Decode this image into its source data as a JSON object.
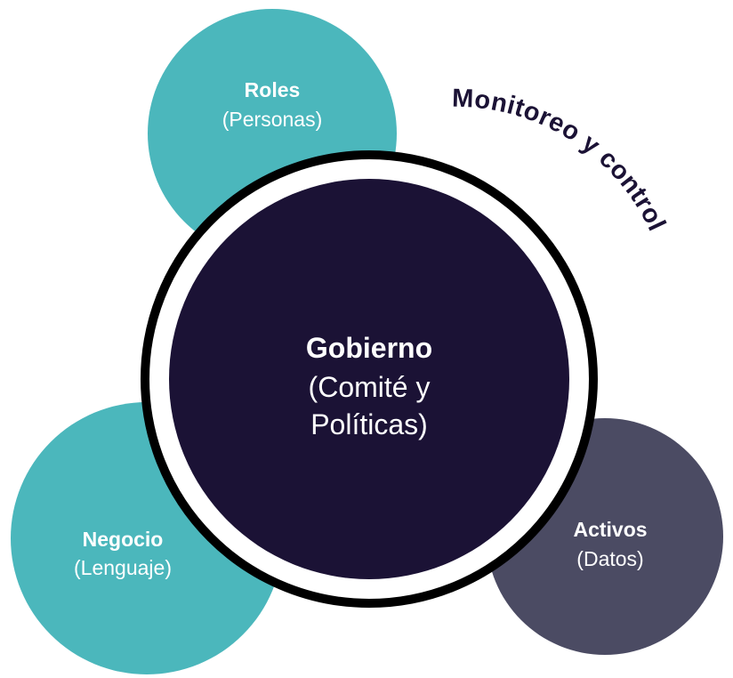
{
  "colors": {
    "teal": "#4bb7bc",
    "slate": "#4b4b63",
    "navy": "#1b1235",
    "ring": "#000000",
    "white": "#ffffff",
    "label_dark": "#1b1235"
  },
  "diagram": {
    "arc_label": "Monitoreo y control",
    "center": {
      "title": "Gobierno",
      "subtitle_line1": "(Comité y",
      "subtitle_line2": "Políticas)"
    },
    "roles": {
      "title": "Roles",
      "subtitle": "(Personas)"
    },
    "negocio": {
      "title": "Negocio",
      "subtitle": "(Lenguaje)"
    },
    "activos": {
      "title": "Activos",
      "subtitle": "(Datos)"
    }
  }
}
